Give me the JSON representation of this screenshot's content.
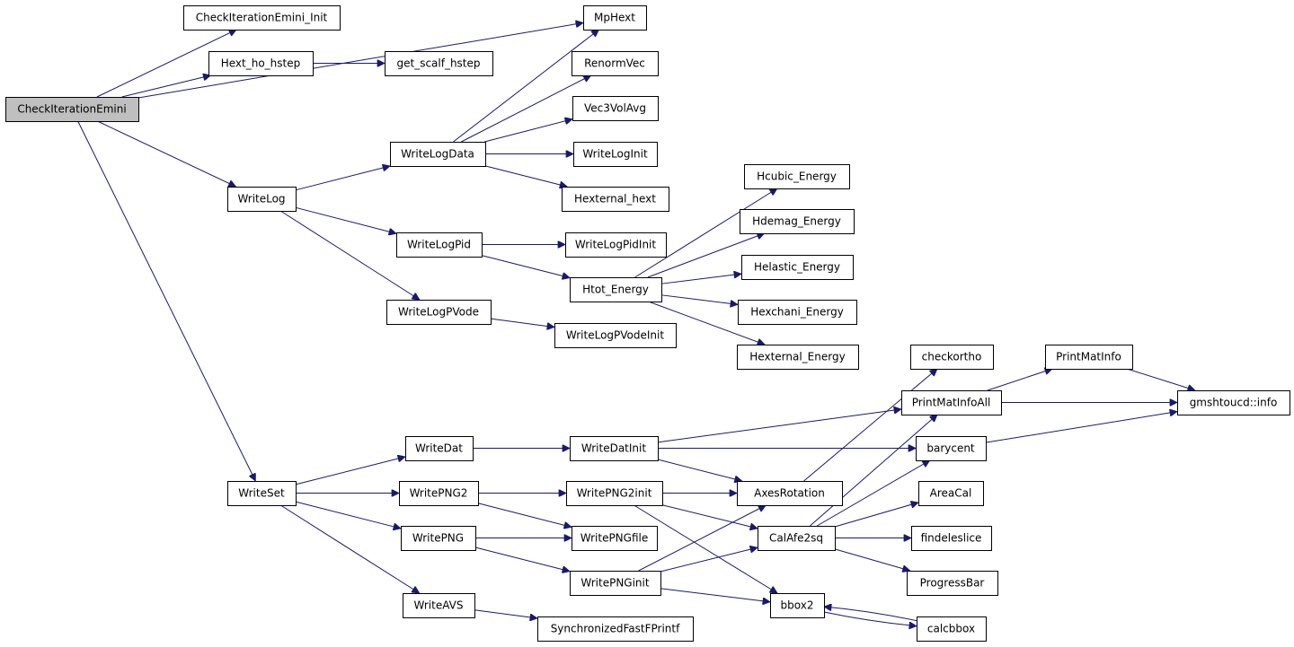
{
  "graph": {
    "colors": {
      "edge": "#191970",
      "root_fill": "#bfbfbf",
      "node_fill": "#ffffff"
    },
    "root": "CheckIterationEmini",
    "nodes": [
      {
        "id": "CheckIterationEmini",
        "label": "CheckIterationEmini"
      },
      {
        "id": "CheckIterationEmini_Init",
        "label": "CheckIterationEmini_Init"
      },
      {
        "id": "Hext_ho_hstep",
        "label": "Hext_ho_hstep"
      },
      {
        "id": "get_scalf_hstep",
        "label": "get_scalf_hstep"
      },
      {
        "id": "MpHext",
        "label": "MpHext"
      },
      {
        "id": "RenormVec",
        "label": "RenormVec"
      },
      {
        "id": "Vec3VolAvg",
        "label": "Vec3VolAvg"
      },
      {
        "id": "WriteLogData",
        "label": "WriteLogData"
      },
      {
        "id": "WriteLogInit",
        "label": "WriteLogInit"
      },
      {
        "id": "Hexternal_hext",
        "label": "Hexternal_hext"
      },
      {
        "id": "WriteLog",
        "label": "WriteLog"
      },
      {
        "id": "Hcubic_Energy",
        "label": "Hcubic_Energy"
      },
      {
        "id": "Hdemag_Energy",
        "label": "Hdemag_Energy"
      },
      {
        "id": "WriteLogPid",
        "label": "WriteLogPid"
      },
      {
        "id": "WriteLogPidInit",
        "label": "WriteLogPidInit"
      },
      {
        "id": "Helastic_Energy",
        "label": "Helastic_Energy"
      },
      {
        "id": "Htot_Energy",
        "label": "Htot_Energy"
      },
      {
        "id": "Hexchani_Energy",
        "label": "Hexchani_Energy"
      },
      {
        "id": "WriteLogPVode",
        "label": "WriteLogPVode"
      },
      {
        "id": "WriteLogPVodeInit",
        "label": "WriteLogPVodeInit"
      },
      {
        "id": "Hexternal_Energy",
        "label": "Hexternal_Energy"
      },
      {
        "id": "checkortho",
        "label": "checkortho"
      },
      {
        "id": "PrintMatInfo",
        "label": "PrintMatInfo"
      },
      {
        "id": "PrintMatInfoAll",
        "label": "PrintMatInfoAll"
      },
      {
        "id": "gmshtoucd_info",
        "label": "gmshtoucd::info"
      },
      {
        "id": "WriteDat",
        "label": "WriteDat"
      },
      {
        "id": "WriteDatInit",
        "label": "WriteDatInit"
      },
      {
        "id": "barycent",
        "label": "barycent"
      },
      {
        "id": "WriteSet",
        "label": "WriteSet"
      },
      {
        "id": "WritePNG2",
        "label": "WritePNG2"
      },
      {
        "id": "WritePNG2init",
        "label": "WritePNG2init"
      },
      {
        "id": "AxesRotation",
        "label": "AxesRotation"
      },
      {
        "id": "AreaCal",
        "label": "AreaCal"
      },
      {
        "id": "WritePNG",
        "label": "WritePNG"
      },
      {
        "id": "WritePNGfile",
        "label": "WritePNGfile"
      },
      {
        "id": "CalAfe2sq",
        "label": "CalAfe2sq"
      },
      {
        "id": "findeleslice",
        "label": "findeleslice"
      },
      {
        "id": "WritePNGinit",
        "label": "WritePNGinit"
      },
      {
        "id": "ProgressBar",
        "label": "ProgressBar"
      },
      {
        "id": "WriteAVS",
        "label": "WriteAVS"
      },
      {
        "id": "bbox2",
        "label": "bbox2"
      },
      {
        "id": "calcbbox",
        "label": "calcbbox"
      },
      {
        "id": "SynchronizedFastFPrintf",
        "label": "SynchronizedFastFPrintf"
      }
    ],
    "edges": [
      [
        "CheckIterationEmini",
        "CheckIterationEmini_Init"
      ],
      [
        "CheckIterationEmini",
        "Hext_ho_hstep"
      ],
      [
        "CheckIterationEmini",
        "MpHext"
      ],
      [
        "CheckIterationEmini",
        "WriteLog"
      ],
      [
        "CheckIterationEmini",
        "WriteSet"
      ],
      [
        "Hext_ho_hstep",
        "get_scalf_hstep"
      ],
      [
        "WriteLog",
        "WriteLogData"
      ],
      [
        "WriteLog",
        "WriteLogPid"
      ],
      [
        "WriteLog",
        "WriteLogPVode"
      ],
      [
        "WriteLogData",
        "MpHext"
      ],
      [
        "WriteLogData",
        "RenormVec"
      ],
      [
        "WriteLogData",
        "Vec3VolAvg"
      ],
      [
        "WriteLogData",
        "WriteLogInit"
      ],
      [
        "WriteLogData",
        "Hexternal_hext"
      ],
      [
        "WriteLogPid",
        "WriteLogPidInit"
      ],
      [
        "WriteLogPid",
        "Htot_Energy"
      ],
      [
        "Htot_Energy",
        "Hcubic_Energy"
      ],
      [
        "Htot_Energy",
        "Hdemag_Energy"
      ],
      [
        "Htot_Energy",
        "Helastic_Energy"
      ],
      [
        "Htot_Energy",
        "Hexchani_Energy"
      ],
      [
        "Htot_Energy",
        "Hexternal_Energy"
      ],
      [
        "WriteLogPVode",
        "WriteLogPVodeInit"
      ],
      [
        "WriteSet",
        "WriteDat"
      ],
      [
        "WriteSet",
        "WritePNG2"
      ],
      [
        "WriteSet",
        "WritePNG"
      ],
      [
        "WriteSet",
        "WriteAVS"
      ],
      [
        "WriteDat",
        "WriteDatInit"
      ],
      [
        "WriteDatInit",
        "PrintMatInfoAll"
      ],
      [
        "WriteDatInit",
        "barycent"
      ],
      [
        "WriteDatInit",
        "AxesRotation"
      ],
      [
        "WritePNG2",
        "WritePNG2init"
      ],
      [
        "WritePNG2",
        "WritePNGfile"
      ],
      [
        "WritePNG2init",
        "AxesRotation"
      ],
      [
        "WritePNG2init",
        "CalAfe2sq"
      ],
      [
        "WritePNG2init",
        "bbox2"
      ],
      [
        "WritePNG",
        "WritePNGfile"
      ],
      [
        "WritePNG",
        "WritePNGinit"
      ],
      [
        "WritePNGinit",
        "AxesRotation"
      ],
      [
        "WritePNGinit",
        "CalAfe2sq"
      ],
      [
        "WritePNGinit",
        "bbox2"
      ],
      [
        "WriteAVS",
        "SynchronizedFastFPrintf"
      ],
      [
        "AxesRotation",
        "checkortho"
      ],
      [
        "CalAfe2sq",
        "PrintMatInfoAll"
      ],
      [
        "CalAfe2sq",
        "barycent"
      ],
      [
        "CalAfe2sq",
        "AreaCal"
      ],
      [
        "CalAfe2sq",
        "findeleslice"
      ],
      [
        "CalAfe2sq",
        "ProgressBar"
      ],
      [
        "PrintMatInfoAll",
        "PrintMatInfo"
      ],
      [
        "PrintMatInfoAll",
        "gmshtoucd_info"
      ],
      [
        "PrintMatInfo",
        "gmshtoucd_info"
      ],
      [
        "barycent",
        "gmshtoucd_info"
      ],
      [
        "bbox2",
        "calcbbox"
      ],
      [
        "calcbbox",
        "bbox2"
      ]
    ]
  }
}
